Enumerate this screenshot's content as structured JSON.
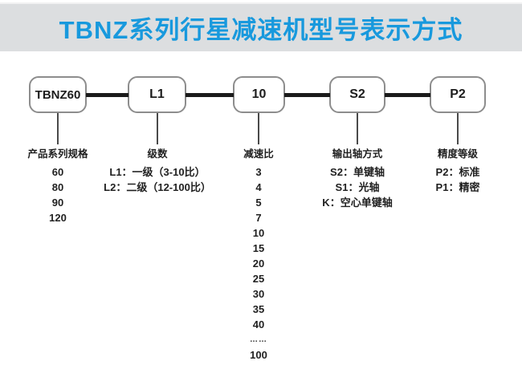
{
  "title": "TBNZ系列行星减速机型号表示方式",
  "colors": {
    "title_blue": "#1899dd",
    "header_bg": "#dcdee0",
    "line_black": "#1b1b1b",
    "box_border": "#8d8d8d"
  },
  "diagram": {
    "boxes": [
      {
        "label": "TBNZ60"
      },
      {
        "label": "L1"
      },
      {
        "label": "10"
      },
      {
        "label": "S2"
      },
      {
        "label": "P2"
      }
    ],
    "columns": [
      {
        "header": "产品系列规格",
        "items": [
          "60",
          "80",
          "90",
          "120"
        ]
      },
      {
        "header": "级数",
        "items": [
          "L1：一级（3-10比）",
          "L2：二级（12-100比）"
        ]
      },
      {
        "header": "减速比",
        "items": [
          "3",
          "4",
          "5",
          "7",
          "10",
          "15",
          "20",
          "25",
          "30",
          "35",
          "40",
          "……",
          "100"
        ]
      },
      {
        "header": "输出轴方式",
        "items": [
          "S2：单键轴",
          "S1：光轴",
          "K：空心单键轴"
        ]
      },
      {
        "header": "精度等级",
        "items": [
          "P2：标准",
          "P1：精密"
        ]
      }
    ]
  }
}
